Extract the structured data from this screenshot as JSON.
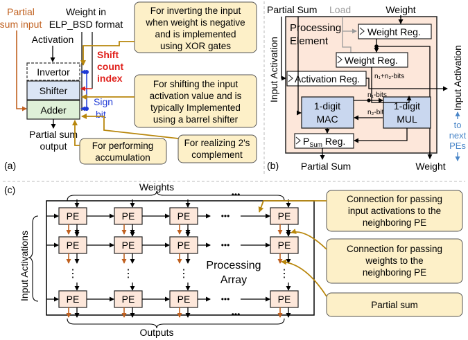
{
  "colors": {
    "callout_fill": "#fdf0c8",
    "pe_fill": "#fde7da",
    "shifter_fill": "#dbe5f5",
    "adder_fill": "#dff0d8",
    "mac_fill": "#c9d7ef",
    "orange": "#c0601f",
    "red": "#e0201b",
    "blue": "#1f3ad6",
    "gold": "#b8860b",
    "gray": "#9a9a9a",
    "sky": "#4a86c8"
  },
  "panel_a": {
    "label": "(a)",
    "partial_sum_input_1": "Partial",
    "partial_sum_input_2": "sum input",
    "weight_format_1": "Weight in",
    "weight_format_2": "ELP_BSD format",
    "activation": "Activation",
    "invertor": "Invertor",
    "shifter": "Shifter",
    "adder": "Adder",
    "shift_1": "Shift",
    "shift_2": "count",
    "shift_3": "index",
    "sign_1": "Sign",
    "sign_2": "bit",
    "output_1": "Partial sum",
    "output_2": "output",
    "callout_invert": [
      "For inverting the input",
      "when weight is negative",
      "and is implemented",
      "using XOR gates"
    ],
    "callout_shift": [
      "For shifting the input",
      "activation value and is",
      "typically Implemented",
      "using a barrel shifter"
    ],
    "callout_accum": [
      "For performing",
      "accumulation"
    ],
    "callout_twos": [
      "For realizing 2's",
      "complement"
    ]
  },
  "panel_b": {
    "label": "(b)",
    "partial_sum": "Partial Sum",
    "load": "Load",
    "weight_top": "Weight",
    "processing_1": "Processing",
    "processing_2": "Element",
    "weight_reg_1": "Weight Reg.",
    "weight_reg_2": "Weight Reg.",
    "activation_reg": "Activation Reg.",
    "bits_sum": "n₁+n₂-bits",
    "n1_bits": "n₁-bits",
    "n2_bits": "n₂-bits",
    "mac_1": "1-digit",
    "mac_2": "MAC",
    "mul_1": "1-digit",
    "mul_2": "MUL",
    "psum_reg_p": "P",
    "psum_reg_sub": "Sum",
    "psum_reg_rest": "Reg.",
    "input_activation_left": "Input Activation",
    "input_activation_right": "Input Activation",
    "partial_sum_out": "Partial Sum",
    "weight_out": "Weight",
    "to_next": [
      "to",
      "next",
      "PEs"
    ]
  },
  "panel_c": {
    "label": "(c)",
    "weights": "Weights",
    "outputs": "Outputs",
    "input_activations": "Input Activations",
    "pe_label": "PE",
    "ellipsis": "•••",
    "vdots": "⋮",
    "array_1": "Processing",
    "array_2": "Array",
    "callout_input": [
      "Connection for passing",
      "input activations to the",
      "neighboring PE"
    ],
    "callout_weights": [
      "Connection for passing",
      "weights to the",
      "neighboring PE"
    ],
    "callout_psum": [
      "Partial sum"
    ]
  }
}
